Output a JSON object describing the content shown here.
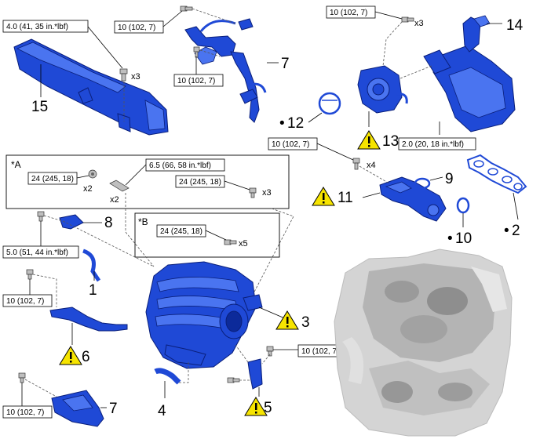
{
  "torques": {
    "t15": "4.0 (41, 35 in.*lbf)",
    "t7a_top": "10 (102, 7)",
    "t7a_mid": "10 (102, 7)",
    "t13": "10 (102, 7)",
    "t14": "2.0 (20, 18 in.*lbf)",
    "t11": "10 (102, 7)",
    "tA1": "24 (245, 18)",
    "tA2": "6.5 (66, 58 in.*lbf)",
    "tA3": "24 (245, 18)",
    "tB": "24 (245, 18)",
    "t8": "5.0 (51, 44 in.*lbf)",
    "t6": "10 (102, 7)",
    "t5": "10 (102, 7)",
    "t7b": "10 (102, 7)"
  },
  "quantities": {
    "q15": "x3",
    "q13": "x3",
    "q11": "x4",
    "qA1": "x2",
    "qA2": "x2",
    "qA3": "x3",
    "qB": "x5"
  },
  "groups": {
    "a": "*A",
    "b": "*B"
  },
  "parts": {
    "p1": "1",
    "p2": "2",
    "p3": "3",
    "p4": "4",
    "p5": "5",
    "p6": "6",
    "p7a": "7",
    "p7b": "7",
    "p8": "8",
    "p9": "9",
    "p10": "10",
    "p11": "11",
    "p12": "12",
    "p13": "13",
    "p14": "14",
    "p15": "15"
  },
  "markers": {
    "dot": "•"
  },
  "colors": {
    "part_blue": "#1f49d6",
    "warning_yellow": "#f6e400"
  }
}
